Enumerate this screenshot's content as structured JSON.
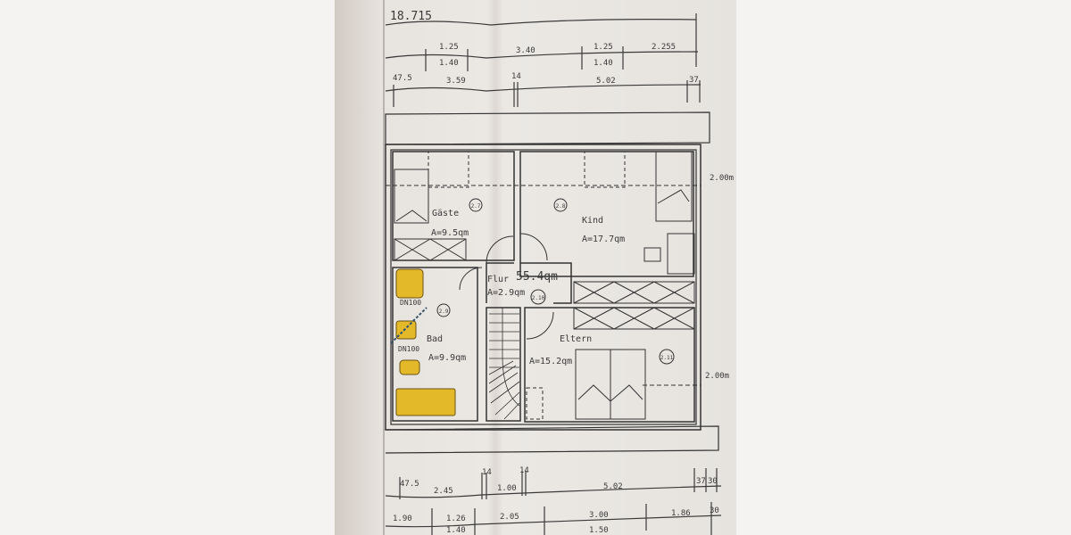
{
  "plan": {
    "overall_dimension": "18.715",
    "top_dimensions_row1": [
      "1.25",
      "1.40",
      "3.40",
      "1.25",
      "1.40",
      "2.255"
    ],
    "top_dimensions_row2": [
      "47.5",
      "3.59",
      "14",
      "5.02",
      "37"
    ],
    "bottom_dimensions_row1": [
      "47.5",
      "2.45",
      "14",
      "1.00",
      "14",
      "5.02",
      "37",
      "30"
    ],
    "bottom_dimensions_row2": [
      "1.90",
      "1.26",
      "2.05",
      "3.00",
      "1.86",
      "30"
    ],
    "bottom_dimensions_row3": [
      "1.40",
      "1.50"
    ],
    "height_labels": [
      "2.00m",
      "2.00m"
    ],
    "total_area": "55.4qm",
    "rooms": [
      {
        "name": "Gäste",
        "area": "A=9.5qm",
        "number": "2.7"
      },
      {
        "name": "Kind",
        "area": "A=17.7qm",
        "number": "2.8"
      },
      {
        "name": "Bad",
        "area": "A=9.9qm",
        "number": "2.9"
      },
      {
        "name": "Flur",
        "area": "A=2.9qm",
        "number": "2.10"
      },
      {
        "name": "Eltern",
        "area": "A=15.2qm",
        "number": "2.11"
      }
    ],
    "pipe_labels": [
      "DN100",
      "DN100"
    ],
    "colors": {
      "paper": "#e9e6e1",
      "lines": "#3a3a3a",
      "fixtures": "#e3b92a",
      "wall": "#f4f3f2"
    }
  }
}
